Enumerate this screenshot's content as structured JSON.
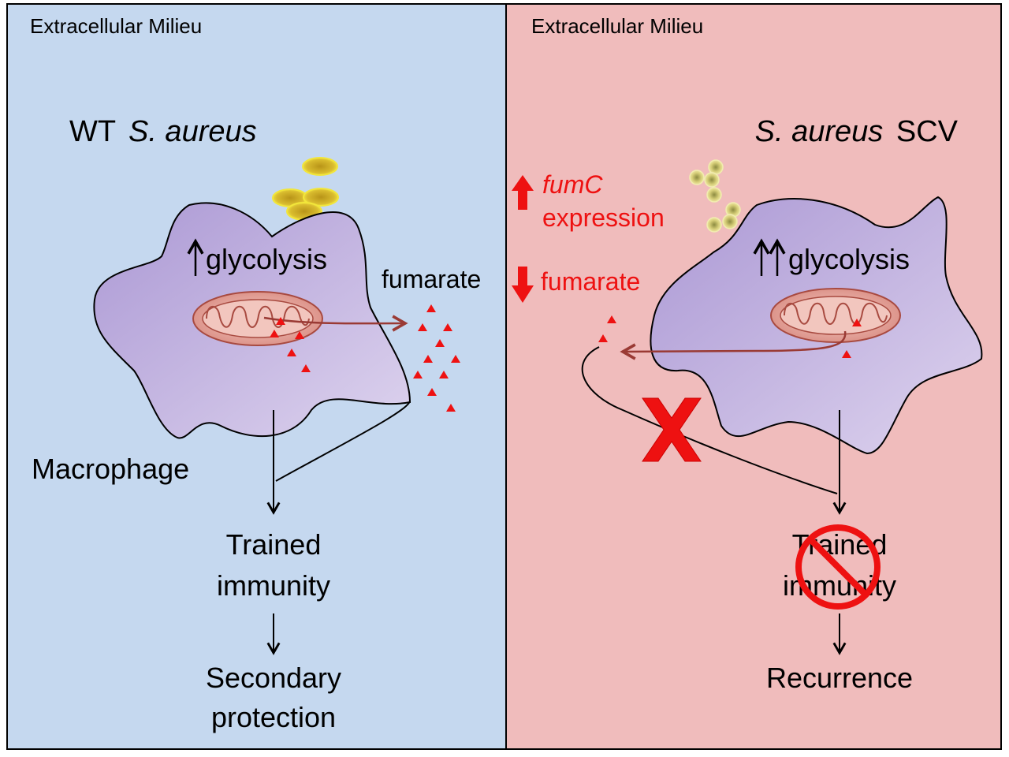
{
  "left": {
    "milieu": "Extracellular Milieu",
    "organism_prefix": "WT",
    "organism_species": "S. aureus",
    "glycolysis": "glycolysis",
    "fumarate": "fumarate",
    "cell": "Macrophage",
    "outcome1_line1": "Trained",
    "outcome1_line2": "immunity",
    "outcome2_line1": "Secondary",
    "outcome2_line2": "protection"
  },
  "right": {
    "milieu": "Extracellular Milieu",
    "organism_species": "S. aureus",
    "organism_suffix": "SCV",
    "gene": "fumC",
    "gene_label": "expression",
    "fumarate": "fumarate",
    "glycolysis": "glycolysis",
    "outcome1_line1": "Trained",
    "outcome1_line2": "immunity",
    "outcome2": "Recurrence"
  },
  "colors": {
    "left_panel": "#c5d8ef",
    "right_panel": "#f0bcbc",
    "cell_fill": "#c3b2e0",
    "mito_fill": "#e8a9a0",
    "mito_stroke": "#a84a40",
    "fumarate_marker": "#ee1111",
    "path_arrow": "#9a3a34",
    "regulation_text": "#ee1111",
    "bacteria_fill": "#c9a820",
    "bacteria_stroke": "#f2e63a",
    "inhibit_x": "#ee1111"
  }
}
